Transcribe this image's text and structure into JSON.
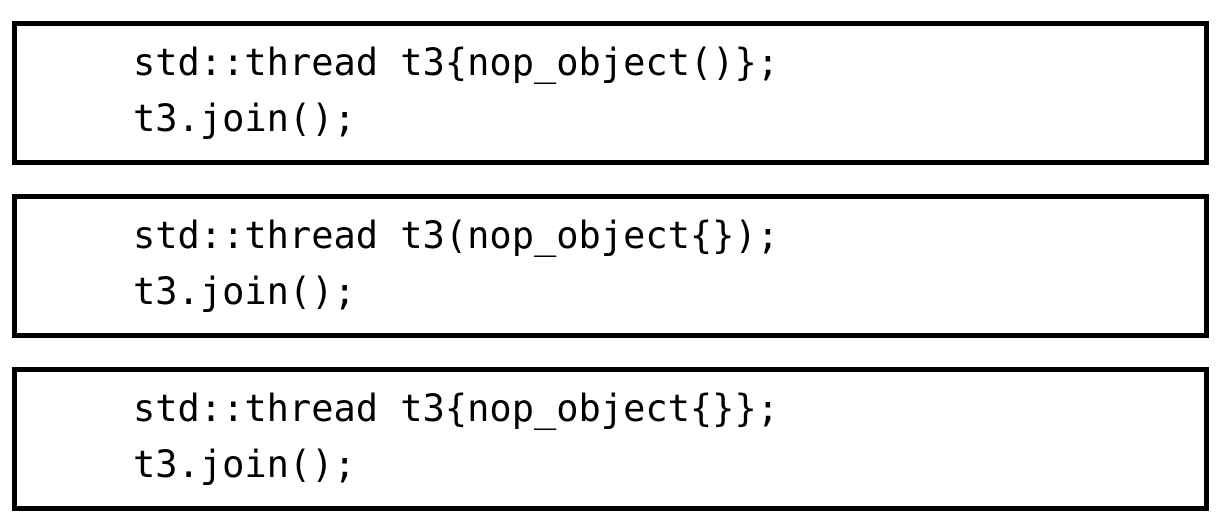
{
  "slide": {
    "background_color": "#ffffff",
    "text_color": "#000000",
    "border_color": "#000000"
  },
  "snippets": [
    {
      "id": "snippet-1",
      "lines": [
        "std::thread t3{nop_object()};",
        "t3.join();"
      ]
    },
    {
      "id": "snippet-2",
      "lines": [
        "std::thread t3(nop_object{});",
        "t3.join();"
      ]
    },
    {
      "id": "snippet-3",
      "lines": [
        "std::thread t3{nop_object{}};",
        "t3.join();"
      ]
    }
  ]
}
